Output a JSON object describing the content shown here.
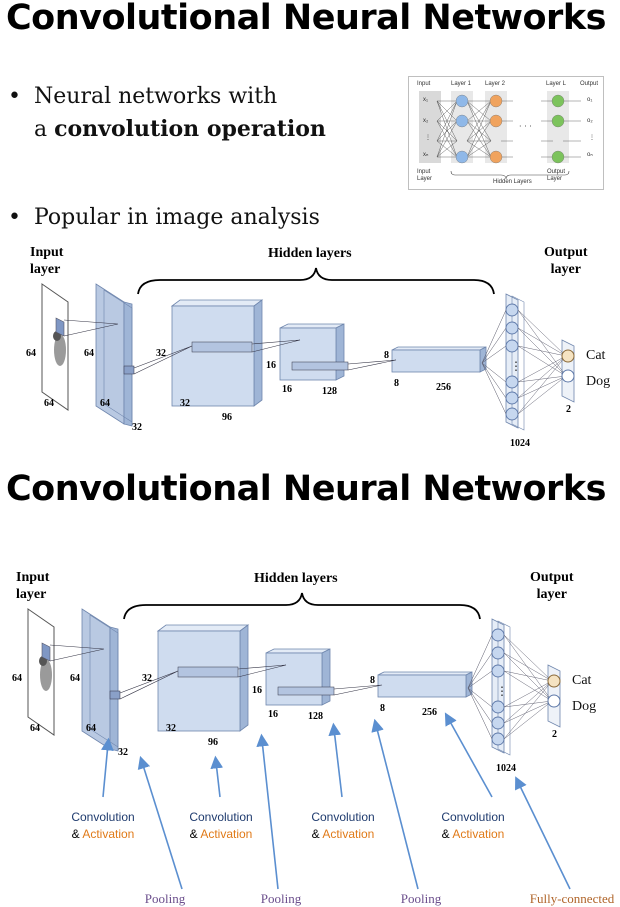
{
  "slide1": {
    "title": "Convolutional Neural Networks",
    "bullet1_line1": "Neural networks with",
    "bullet1_line2_prefix": "a ",
    "bullet1_line2_bold": "convolution operation",
    "bullet2": "Popular in image analysis",
    "bullet_glyph": "•"
  },
  "mini_diagram": {
    "col_input": "Input",
    "col_layer1": "Layer 1",
    "col_layer2": "Layer 2",
    "col_layerL": "Layer L",
    "col_output": "Output",
    "inputs": [
      "x₁",
      "x₂",
      "⋮",
      "xₙ"
    ],
    "outputs": [
      "o₁",
      "o₂",
      "⋮",
      "oₙ"
    ],
    "bottom_input": "Input\nLayer",
    "bottom_hidden": "Hidden Layers",
    "bottom_output": "Output\nLayer",
    "colors": {
      "layer1": "#8fb8e8",
      "layer2": "#f0a35e",
      "layerL": "#7cc35c",
      "input_band": "#d9d9d9"
    }
  },
  "cnn": {
    "input_label": "Input\nlayer",
    "hidden_label": "Hidden layers",
    "output_label": "Output\nlayer",
    "dims": {
      "in_h": "64",
      "in_w": "64",
      "c1_h": "64",
      "c1_w": "64",
      "c1_d": "32",
      "c2_h": "32",
      "c2_w": "32",
      "c2_d": "96",
      "c3_h": "16",
      "c3_w": "16",
      "c3_d": "128",
      "c4_h": "8",
      "c4_w": "8",
      "c4_d": "256",
      "fc": "1024",
      "out": "2"
    },
    "classes": [
      "Cat",
      "Dog"
    ],
    "colors": {
      "block_front": "#cfdcef",
      "block_top": "#e3ebf6",
      "block_side": "#9fb5d6",
      "edge": "#6f86ad",
      "neuron": "#c6d7ef",
      "neuron_edge": "#5d78a8",
      "out_neuron_cat": "#f5e3c2"
    }
  },
  "slide2": {
    "title": "Convolutional Neural Networks",
    "annotations": [
      {
        "line1": "Convolution",
        "line2_prefix": "& ",
        "line2_word": "Activation"
      },
      {
        "line1": "Convolution",
        "line2_prefix": "& ",
        "line2_word": "Activation"
      },
      {
        "line1": "Convolution",
        "line2_prefix": "& ",
        "line2_word": "Activation"
      },
      {
        "line1": "Convolution",
        "line2_prefix": "& ",
        "line2_word": "Activation"
      }
    ],
    "pooling": [
      "Pooling",
      "Pooling",
      "Pooling"
    ],
    "fully_connected": "Fully-connected",
    "colors": {
      "arrow": "#5b8fd0",
      "convolution": "#1f3b6e",
      "activation": "#e07a18",
      "pooling": "#6b4e8c",
      "fully_connected": "#b0652a"
    }
  }
}
